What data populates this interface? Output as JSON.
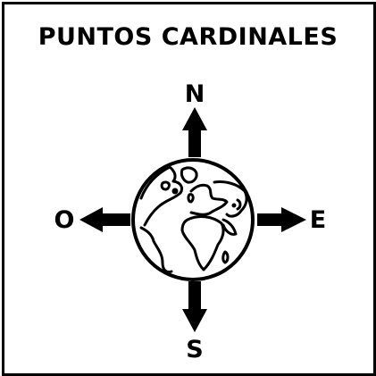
{
  "title": "PUNTOS CARDINALES",
  "directions": {
    "north": "N",
    "south": "S",
    "west": "O",
    "east": "E"
  },
  "icons": {
    "center": "globe-icon",
    "arrows": [
      "arrow-up-icon",
      "arrow-down-icon",
      "arrow-left-icon",
      "arrow-right-icon"
    ]
  },
  "colors": {
    "ink": "#000000",
    "background": "#ffffff"
  }
}
